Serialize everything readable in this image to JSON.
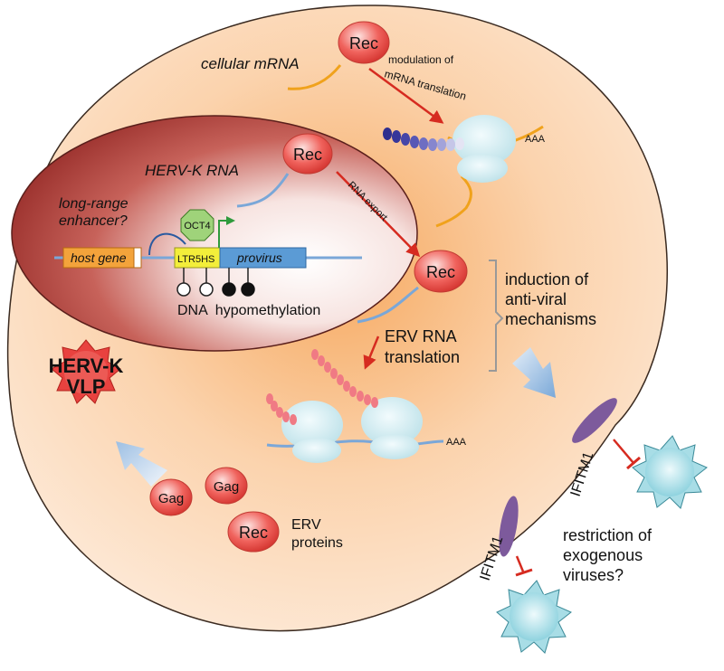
{
  "labels": {
    "cellular_mrna": "cellular mRNA",
    "rec": "Rec",
    "modulation_line1": "modulation of",
    "modulation_line2": "mRNA translation",
    "aaa": "AAA",
    "hervk_rna": "HERV-K RNA",
    "rna_export": "RNA export",
    "long_range_line1": "long-range",
    "long_range_line2": "enhancer?",
    "oct4": "OCT4",
    "host_gene": "host gene",
    "ltr5hs": "LTR5HS",
    "provirus": "provirus",
    "dna_hypomethylation": "DNA  hypomethylation",
    "induction_line1": "induction of",
    "induction_line2": "anti-viral",
    "induction_line3": "mechanisms",
    "erv_rna_line1": "ERV RNA",
    "erv_rna_line2": "translation",
    "vlp_line1": "HERV-K",
    "vlp_line2": "VLP",
    "gag": "Gag",
    "erv_proteins_line1": "ERV",
    "erv_proteins_line2": "proteins",
    "ifitm1": "IFITM1",
    "restriction_line1": "restriction of",
    "restriction_line2": "exogenous",
    "restriction_line3": "viruses?"
  },
  "colors": {
    "cell_fill": "#fbdcbf",
    "nucleus_fill": "#b3473f",
    "rec_fill": "#e8423f",
    "ribosome_fill": "#cfe9ee",
    "arrow_red": "#d62b20",
    "ifitm_fill": "#7d5a9c",
    "virus_fill": "#a8dde6",
    "oct4_fill": "#9fd37a",
    "ltr_fill": "#f3ee3a",
    "host_gene_fill": "#f3a33b",
    "provirus_fill": "#5b9bd5"
  }
}
